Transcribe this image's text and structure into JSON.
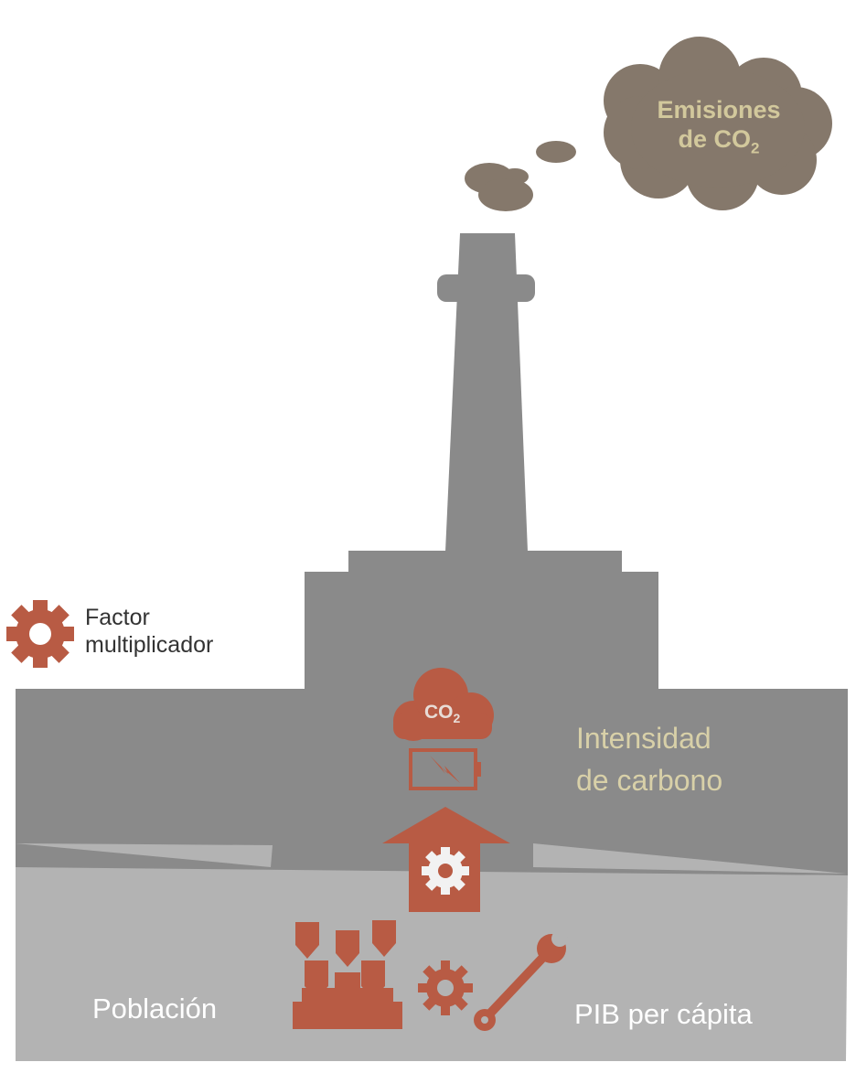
{
  "emissions_cloud": {
    "line1": "Emisiones",
    "line2_prefix": "de CO",
    "line2_sub": "2"
  },
  "legend": {
    "line1": "Factor",
    "line2": "multiplicador",
    "icon": "gear-icon"
  },
  "co2_icon": {
    "text": "CO",
    "sub": "2"
  },
  "labels": {
    "carbon_intensity_1": "Intensidad",
    "carbon_intensity_2": "de carbono",
    "population": "Población",
    "gdp_per_capita": "PIB per cápita"
  },
  "colors": {
    "factory_dark": "#8a8a8a",
    "factory_light": "#b3b3b3",
    "smoke": "#85786b",
    "accent_red": "#b85b44",
    "text_beige": "#d2c89c"
  }
}
